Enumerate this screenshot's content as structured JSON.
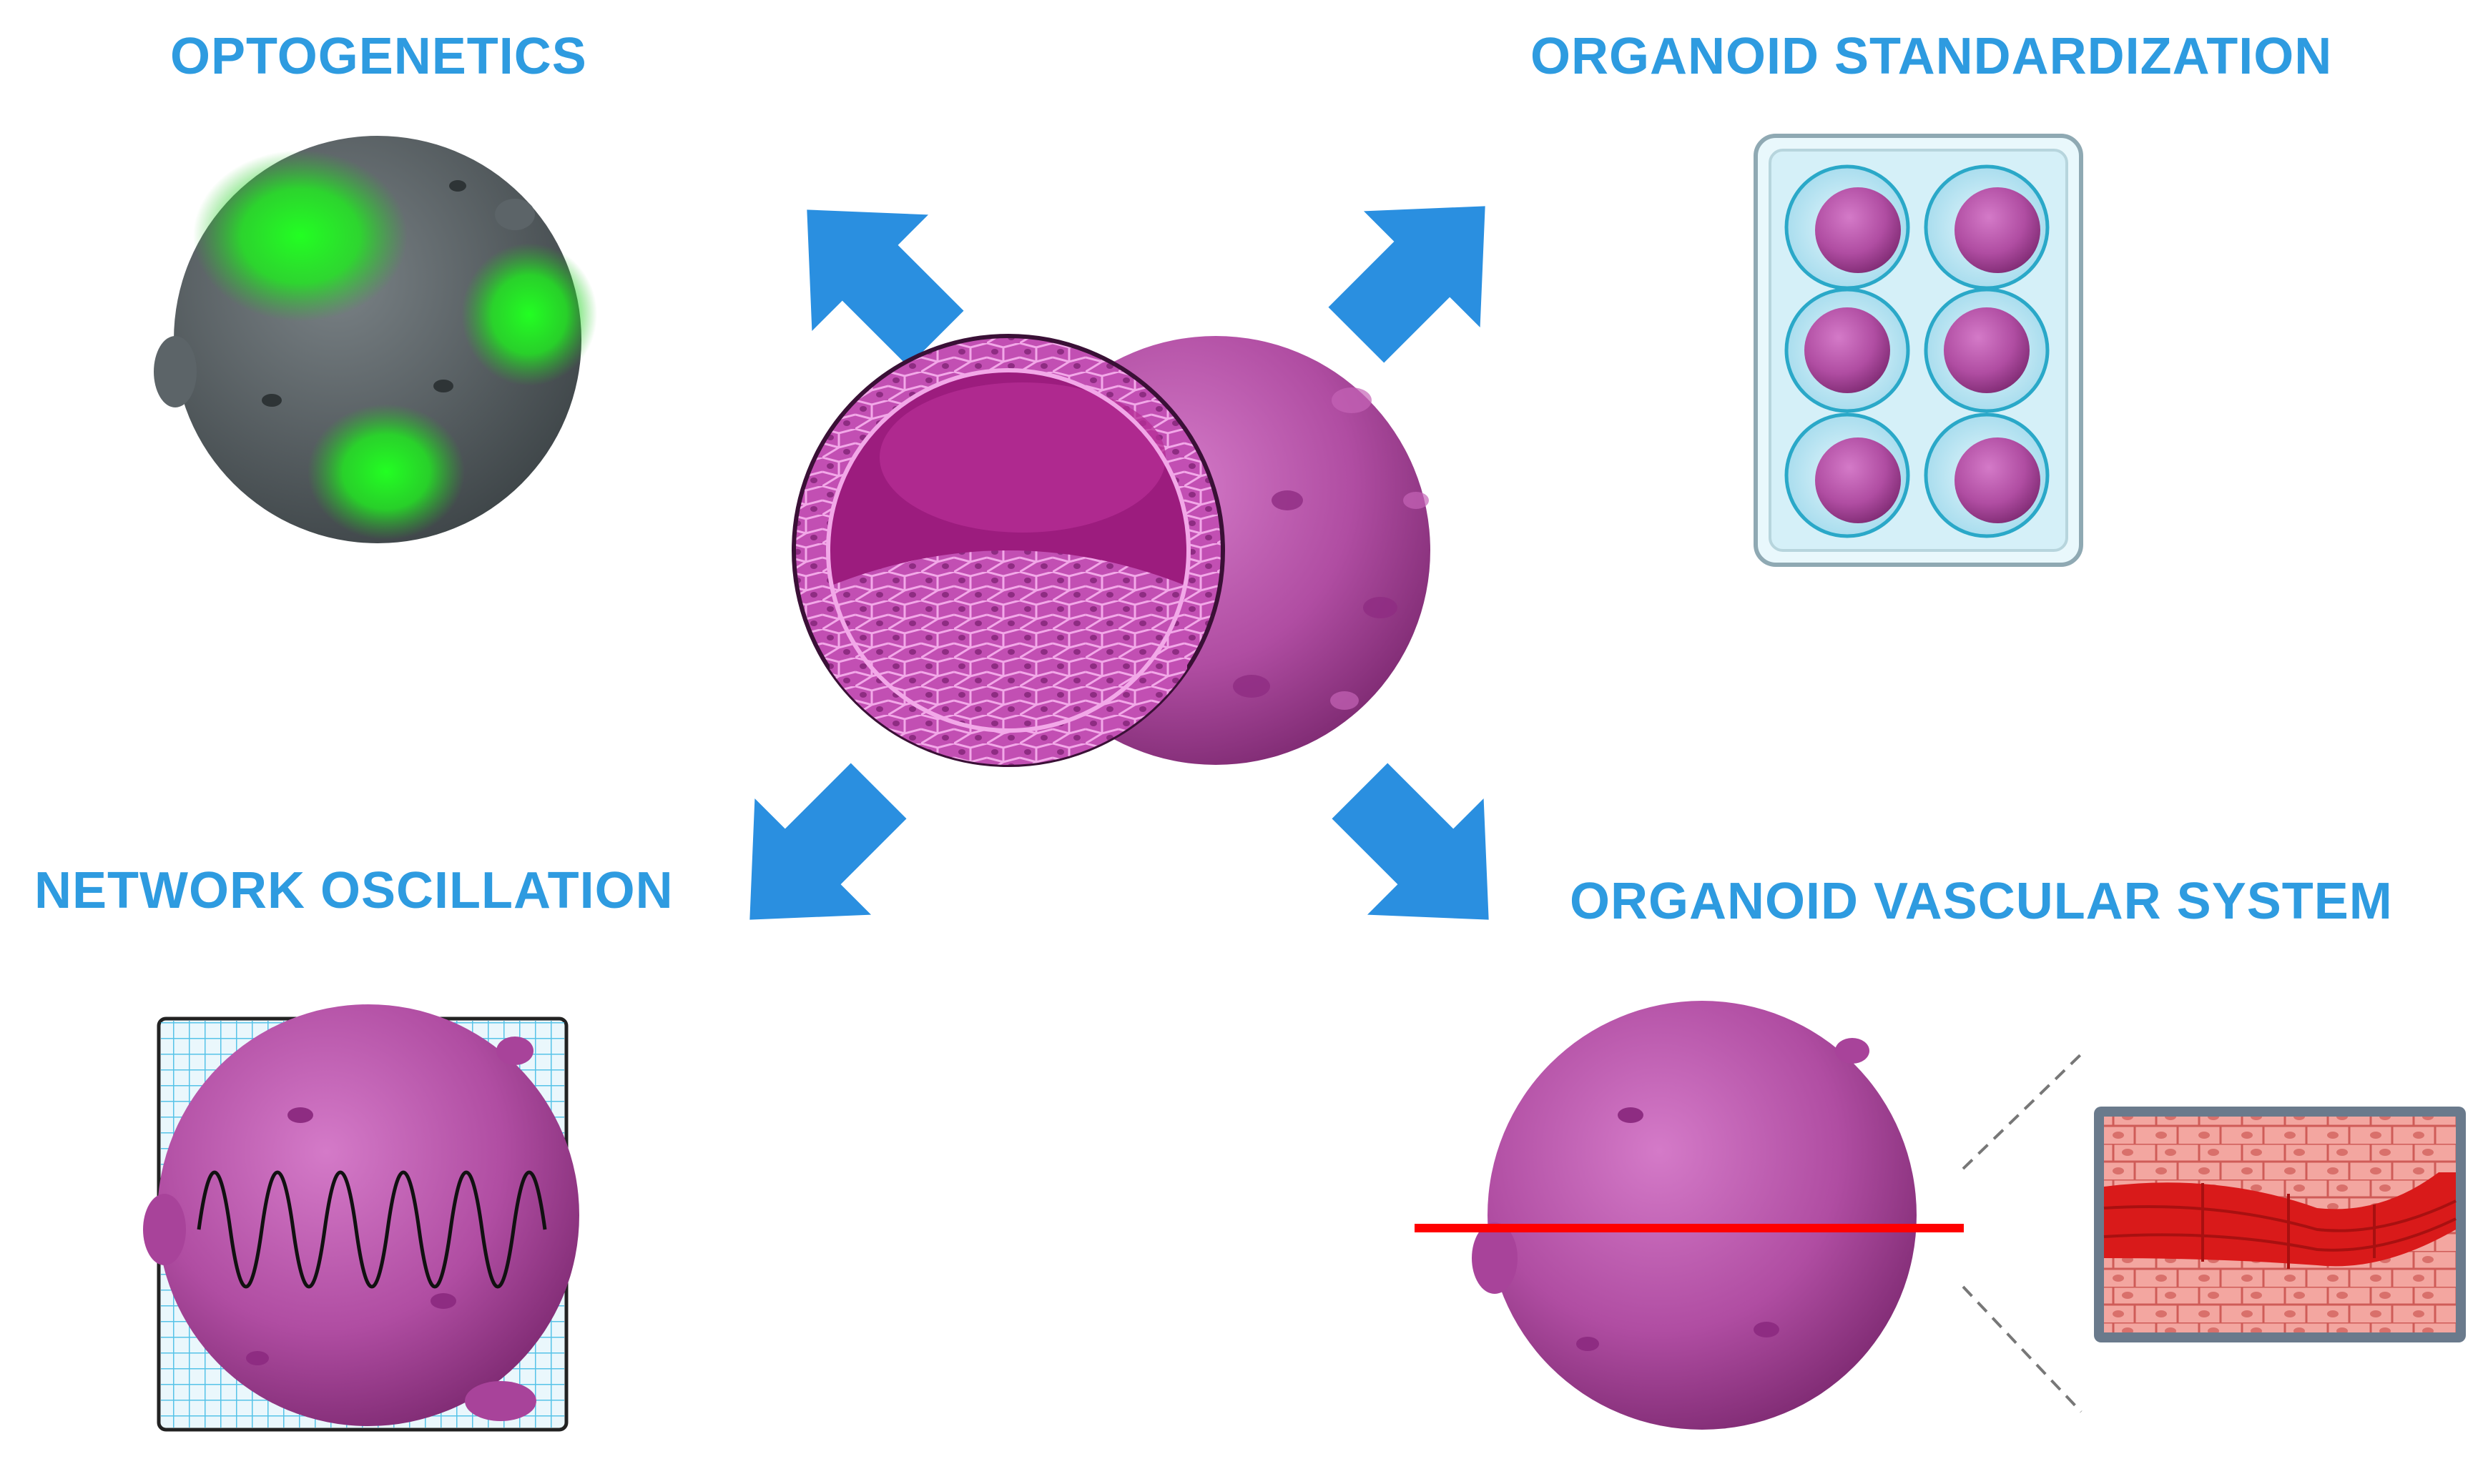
{
  "labels": {
    "optogenetics": "OPTOGENETICS",
    "standardization": "ORGANOID STANDARDIZATION",
    "oscillation": "NETWORK OSCILLATION",
    "vascular": "ORGANOID VASCULAR SYSTEM"
  },
  "colors": {
    "label_blue": "#2E9BE0",
    "arrow_blue": "#2A8FE0",
    "organoid_magenta": "#A8439A",
    "organoid_shell": "#CF64C0",
    "organoid_dark": "#8E2C82",
    "cavity_purple": "#9C1C7E",
    "optogenetics_gray": "#5C6468",
    "glow_green": "#22FF22",
    "grid_blue": "#56C3E8",
    "plate_cyan": "#BDE9F5",
    "vessel_red": "#D91A1A",
    "tissue_pink": "#F3A6A0",
    "cut_line_red": "#FF0000"
  },
  "icons": [
    "arrow-up-left-icon",
    "arrow-up-right-icon",
    "arrow-down-left-icon",
    "arrow-down-right-icon"
  ]
}
